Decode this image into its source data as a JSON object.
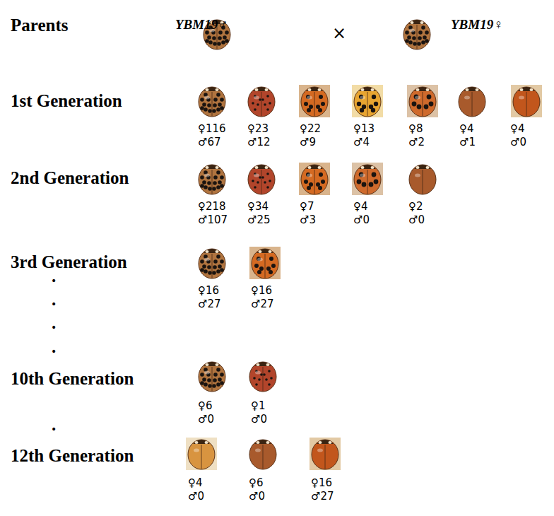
{
  "diagram": {
    "labels": [
      "Parents",
      "YBM19♂",
      "×",
      "YBM19♀",
      "1st Generation",
      "♀116",
      "♂67",
      "♀23",
      "♂12",
      "♀22",
      "♂9",
      "♀13",
      "♂4",
      "♀8",
      "♂2",
      "♀4",
      "♂1",
      "♀4",
      "♂0",
      "2nd Generation",
      "♀218",
      "♂107",
      "♀34",
      "♂25",
      "♀7",
      "♂3",
      "♀4",
      "♂0",
      "♀2",
      "♂0",
      "3rd Generation",
      "♀16",
      "♂27",
      "♀16",
      "♂27",
      "•",
      "•",
      "•",
      "•",
      "10th Generation",
      "♀6",
      "♂0",
      "♀1",
      "♂0",
      "•",
      "12th Generation",
      "♀4",
      "♂0",
      "♀6",
      "♂0",
      "♀16",
      "♂27"
    ]
  }
}
